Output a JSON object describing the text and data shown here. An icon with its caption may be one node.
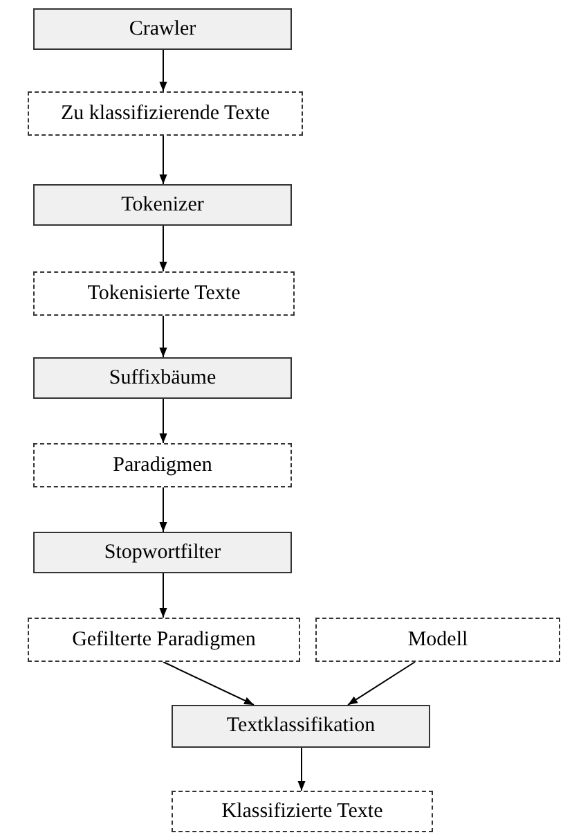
{
  "diagram": {
    "nodes": [
      {
        "text": [
          "Crawler"
        ]
      },
      {
        "text": [
          "Zu klassifizierende Texte"
        ]
      },
      {
        "text": [
          "Tokenizer"
        ]
      },
      {
        "text": [
          "Tokenisierte Texte"
        ]
      },
      {
        "text": [
          "Suffixbäume"
        ]
      },
      {
        "text": [
          "Paradigmen"
        ]
      },
      {
        "text": [
          "Stopwortfilter"
        ]
      },
      {
        "text": [
          "Gefilterte Paradigmen"
        ]
      },
      {
        "text": [
          "Modell"
        ]
      },
      {
        "text": [
          "Textklassifikation"
        ]
      },
      {
        "text": [
          "Klassifizierte Texte"
        ]
      }
    ],
    "edges": [
      {
        "from": 0,
        "to": 1,
        "arrow": "to"
      },
      {
        "from": 1,
        "to": 2,
        "arrow": "to"
      },
      {
        "from": 2,
        "to": 3,
        "arrow": "to"
      },
      {
        "from": 3,
        "to": 4,
        "arrow": "to"
      },
      {
        "from": 4,
        "to": 5,
        "arrow": "to"
      },
      {
        "from": 5,
        "to": 6,
        "arrow": "to"
      },
      {
        "from": 6,
        "to": 7,
        "arrow": "to"
      },
      {
        "from": 7,
        "to": 9,
        "arrow": "to"
      },
      {
        "from": 8,
        "to": 9,
        "arrow": "to"
      },
      {
        "from": 9,
        "to": 10,
        "arrow": "to"
      }
    ]
  }
}
